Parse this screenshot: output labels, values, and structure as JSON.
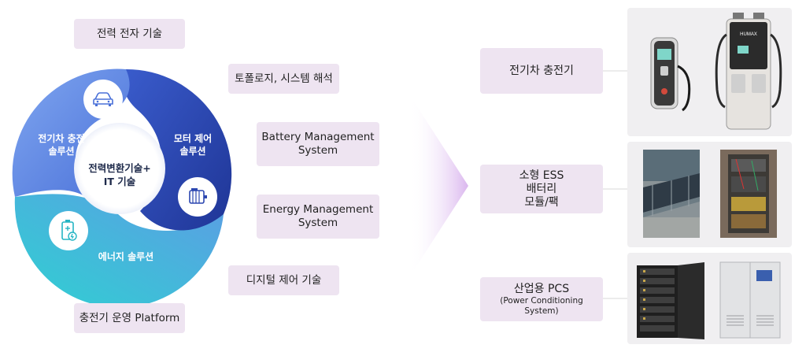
{
  "left": {
    "top_label": "전력 전자 기술",
    "bottom_label": "충전기 운영 Platform",
    "cycle": {
      "center_text": [
        "전력변환기술+",
        "IT 기술"
      ],
      "segments": [
        {
          "label": [
            "전기차 충전",
            "솔루션"
          ],
          "icon": "car-icon",
          "color": "#5b82e3"
        },
        {
          "label": [
            "모터 제어",
            "솔루션"
          ],
          "icon": "motor-icon",
          "color": "#2c47b0"
        },
        {
          "label": [
            "에너지 솔루션"
          ],
          "icon": "battery-charge-icon",
          "color": "#3ccbd8"
        }
      ]
    },
    "tech_boxes": [
      {
        "lines": [
          "토폴로지, 시스템 해석"
        ]
      },
      {
        "lines": [
          "Battery Management",
          "System"
        ]
      },
      {
        "lines": [
          "Energy Management",
          "System"
        ]
      },
      {
        "lines": [
          "디지털 제어 기술"
        ]
      }
    ]
  },
  "right": {
    "products": [
      {
        "lines": [
          "전기차 충전기"
        ],
        "sub": "",
        "photos": [
          "wall-ev-charger",
          "humax-ev-charger"
        ],
        "photo_text": "HUMAX"
      },
      {
        "lines": [
          "소형 ESS",
          "배터리",
          "모듈/팩"
        ],
        "sub": "",
        "photos": [
          "solar-panel",
          "battery-rack"
        ],
        "photo_text": ""
      },
      {
        "lines": [
          "산업용 PCS"
        ],
        "sub": "(Power Conditioning System)",
        "photos": [
          "battery-cabinet",
          "pcs-cabinet"
        ],
        "photo_text": ""
      }
    ]
  },
  "colors": {
    "pill_bg": "#eee4f1",
    "arrow": "#e0c2ee",
    "panel_bg": "#f0eff1"
  }
}
